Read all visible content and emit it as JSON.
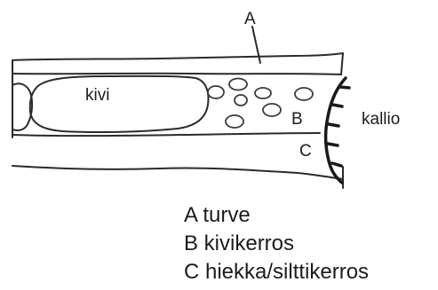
{
  "labels": {
    "layer_a": "A",
    "layer_b": "B",
    "layer_c": "C",
    "stone": "kivi",
    "bedrock": "kallio"
  },
  "legend": [
    {
      "key": "A",
      "text": "A turve"
    },
    {
      "key": "B",
      "text": "B kivikerros"
    },
    {
      "key": "C",
      "text": "C hiekka/silttikerros"
    }
  ]
}
